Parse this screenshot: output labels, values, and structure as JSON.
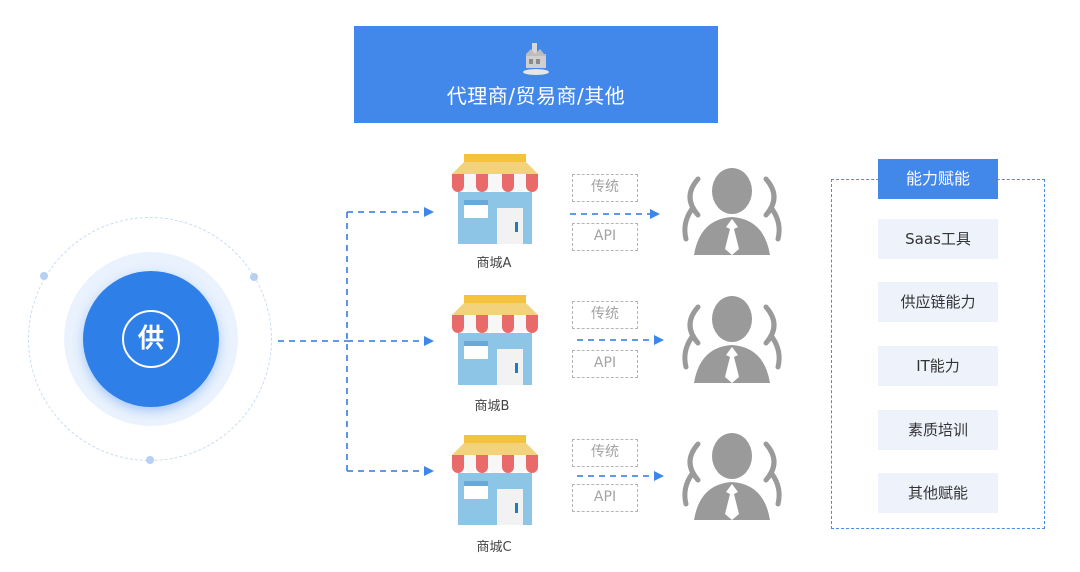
{
  "top_banner": {
    "title": "代理商/贸易商/其他",
    "icon": "factory-icon"
  },
  "hub": {
    "label": "供"
  },
  "stores": [
    {
      "label": "商城A",
      "icon": "storefront-icon"
    },
    {
      "label": "商城B",
      "icon": "storefront-icon"
    },
    {
      "label": "商城C",
      "icon": "storefront-icon"
    }
  ],
  "channels": [
    {
      "traditional": "传统",
      "api": "API"
    },
    {
      "traditional": "传统",
      "api": "API"
    },
    {
      "traditional": "传统",
      "api": "API"
    }
  ],
  "customers": [
    {
      "icon": "customer-group-icon"
    },
    {
      "icon": "customer-group-icon"
    },
    {
      "icon": "customer-group-icon"
    }
  ],
  "capabilities": {
    "title": "能力赋能",
    "items": [
      "Saas工具",
      "供应链能力",
      "IT能力",
      "素质培训",
      "其他赋能"
    ]
  },
  "colors": {
    "primary_blue": "#4287ea",
    "hub_blue": "#2f7fe8",
    "arrow_blue": "#4a8bea",
    "card_bg": "#eef3fb",
    "tag_gray": "#a3a3a3"
  }
}
